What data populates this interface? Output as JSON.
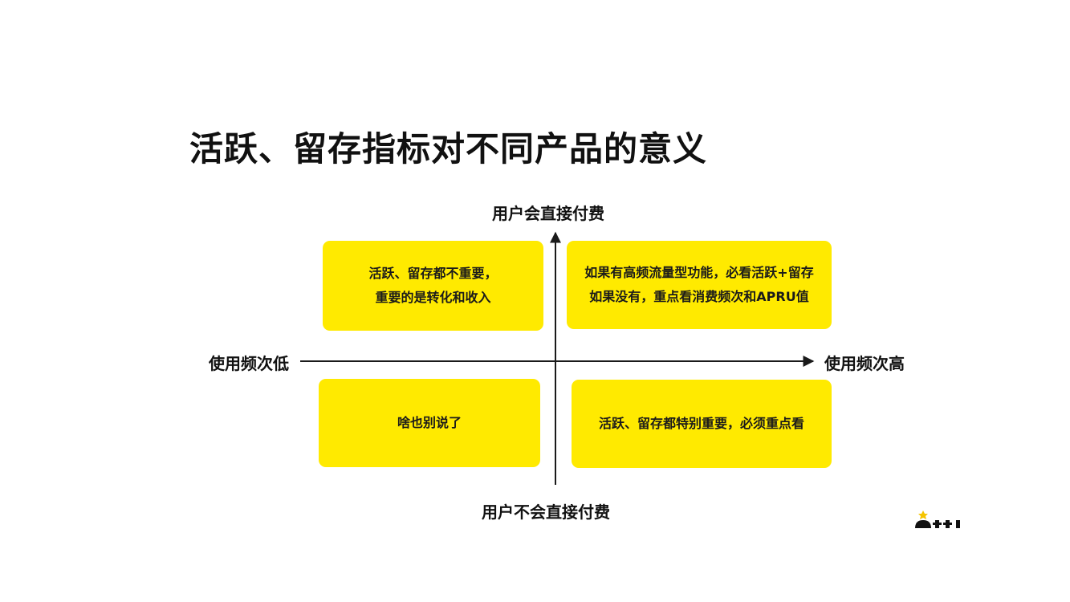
{
  "title": "活跃、留存指标对不同产品的意义",
  "axes": {
    "top": "用户会直接付费",
    "bottom": "用户不会直接付费",
    "left": "使用频次低",
    "right": "使用频次高"
  },
  "quadrants": {
    "top_left": {
      "line1": "活跃、留存都不重要，",
      "line2": "重要的是转化和收入"
    },
    "top_right": {
      "line1": "如果有高频流量型功能，必看活跃+留存",
      "line2": "如果没有，重点看消费频次和APRU值"
    },
    "bottom_left": {
      "line1": "啥也别说了"
    },
    "bottom_right": {
      "line1": "活跃、留存都特别重要，必须重点看"
    }
  },
  "colors": {
    "quadrant_fill": "#ffea00",
    "axis": "#1a1a1a",
    "logo_accent": "#f5c400"
  }
}
